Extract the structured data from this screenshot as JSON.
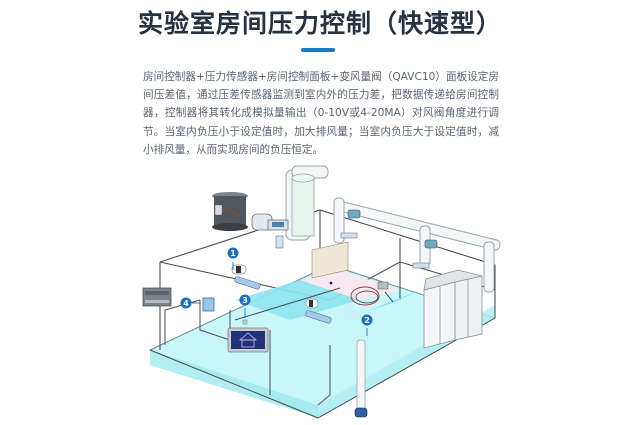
{
  "header": {
    "title": "实验室房间压力控制（快速型）",
    "accent_color": "#1e7bbf"
  },
  "description": {
    "text": "房间控制器+压力传感器+房间控制面板+变风量阀（QAVC10）面板设定房间压差值，通过压差传感器监测到室内外的压力差，把数据传递给房间控制器，控制器将其转化成模拟量输出（0-10V或4-20MA）对风阀角度进行调节。当室内负压小于设定值时，加大排风量；当室内负压大于设定值时，减小排风量，从而实现房间的负压恒定。"
  },
  "diagram": {
    "badges": [
      {
        "number": "1",
        "label": "variable-air-volume-valve"
      },
      {
        "number": "2",
        "label": "pressure-sensor"
      },
      {
        "number": "3",
        "label": "room-control-panel"
      },
      {
        "number": "4",
        "label": "room-controller"
      }
    ],
    "colors": {
      "badge": "#1d6fb8",
      "floor": "#b8f0f5",
      "floor_bright": "#7fe3ee",
      "line": "#4a4f55"
    }
  }
}
